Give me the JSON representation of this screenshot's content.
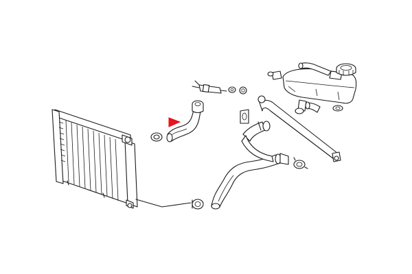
{
  "diagram": {
    "type": "exploded-parts-diagram",
    "highlight_color": "#e8131b",
    "line_color": "#1a1a1a",
    "background": "#ffffff",
    "parts": [
      "radiator",
      "lower-radiator-hose",
      "upper-radiator-hose",
      "hose-clamp",
      "temperature-sensor",
      "thermostat-housing",
      "coolant-expansion-tank",
      "expansion-tank-cap",
      "overflow-hose",
      "return-pipe"
    ],
    "highlighted_part": "upper-radiator-hose"
  }
}
